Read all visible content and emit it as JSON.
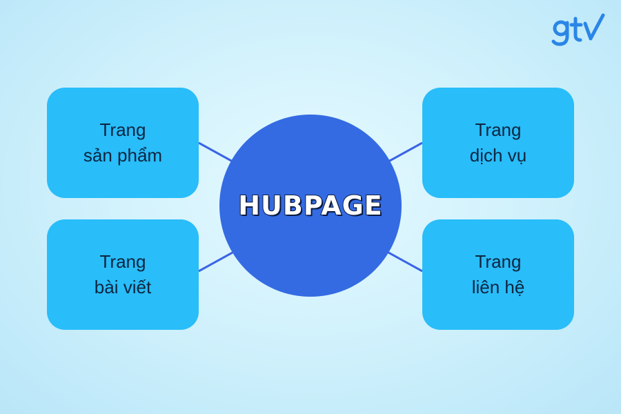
{
  "center": {
    "title": "HUBPAGE"
  },
  "nodes": {
    "top_left": {
      "line1": "Trang",
      "line2": "sản phẩm"
    },
    "bottom_left": {
      "line1": "Trang",
      "line2": "bài viết"
    },
    "top_right": {
      "line1": "Trang",
      "line2": "dịch vụ"
    },
    "bottom_right": {
      "line1": "Trang",
      "line2": "liên hệ"
    }
  },
  "logo": {
    "text": "gtv"
  },
  "colors": {
    "hub": "#346be3",
    "box": "#29bdf9",
    "connector": "#3a64e6",
    "logo": "#2a86e6"
  }
}
